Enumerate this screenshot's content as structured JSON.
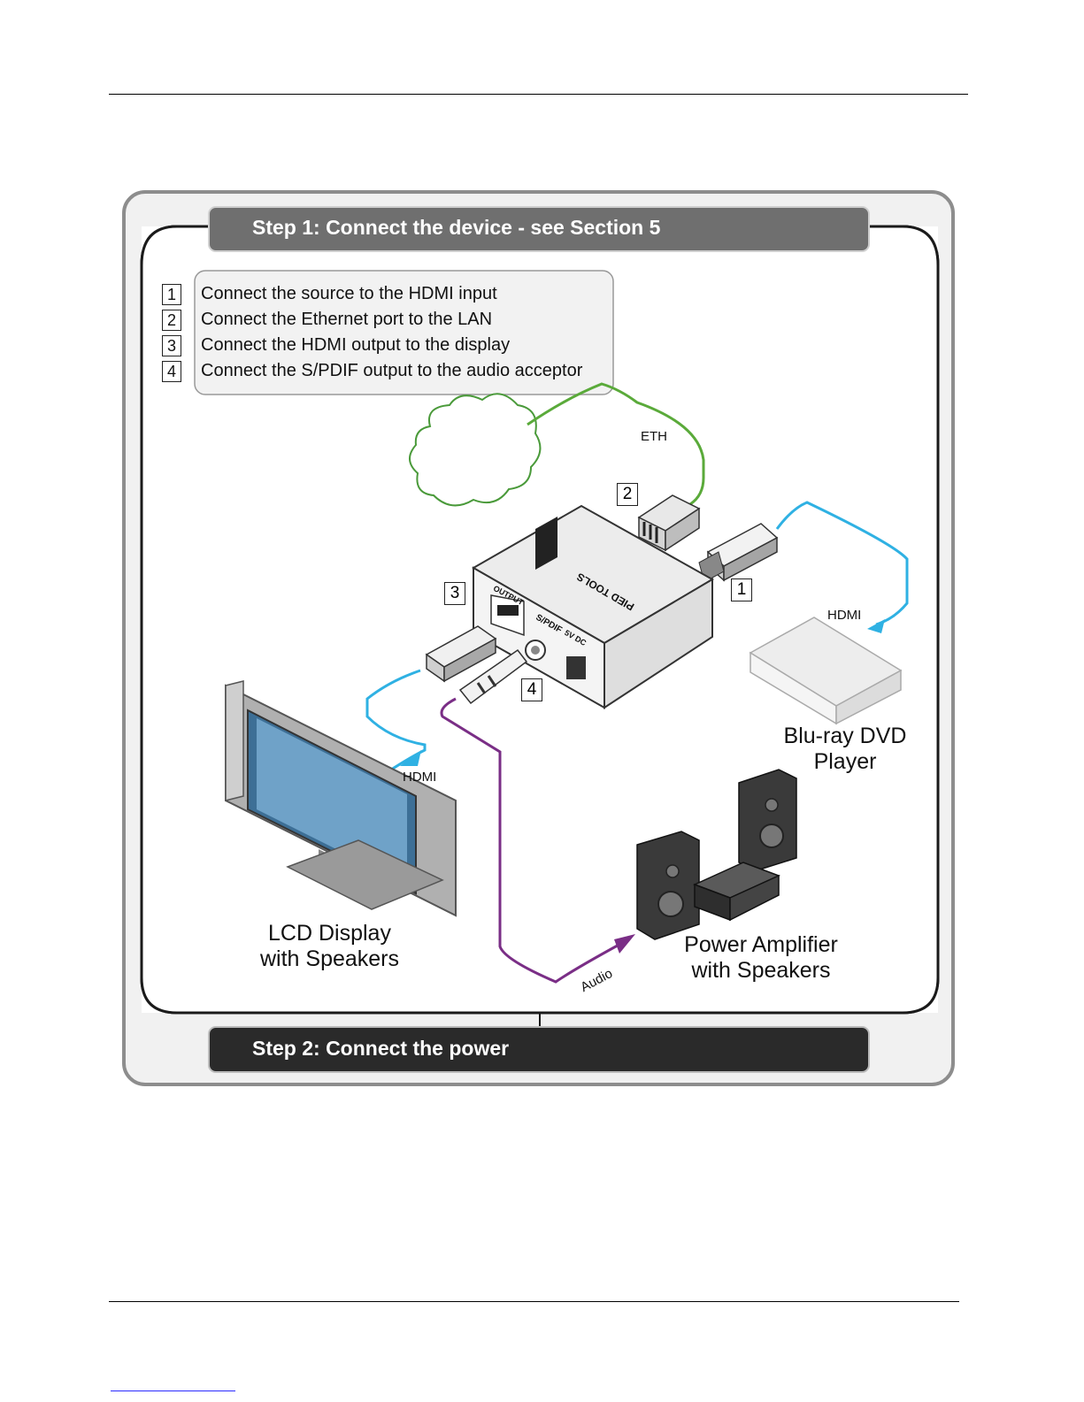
{
  "step1": {
    "title": "Step 1: Connect the device - see Section 5"
  },
  "step2": {
    "title": "Step 2: Connect the power"
  },
  "instructions": [
    {
      "num": "1",
      "text": "Connect the source to the HDMI input"
    },
    {
      "num": "2",
      "text": "Connect the Ethernet port to the LAN"
    },
    {
      "num": "3",
      "text": "Connect the HDMI output to the display"
    },
    {
      "num": "4",
      "text": "Connect the S/PDIF output to the audio acceptor"
    }
  ],
  "callouts": {
    "c1": "1",
    "c2": "2",
    "c3": "3",
    "c4": "4"
  },
  "cables": {
    "eth": "ETH",
    "hdmi_in": "HDMI",
    "hdmi_out": "HDMI",
    "audio": "Audio"
  },
  "devices": {
    "bluray": [
      "Blu-ray DVD",
      "Player"
    ],
    "lcd": [
      "LCD Display",
      "with Speakers"
    ],
    "amp": [
      "Power Amplifier",
      "with Speakers"
    ]
  },
  "device_panel": {
    "output": "OUTPUT",
    "spdif": "S/PDIF",
    "power": "5V DC",
    "brand": "PIED TOOLS"
  },
  "colors": {
    "eth": "#5aaa3a",
    "hdmi": "#2fb1e3",
    "audio": "#7a2e86",
    "header": "#6f6f6f",
    "header2": "#2a2a2a"
  }
}
